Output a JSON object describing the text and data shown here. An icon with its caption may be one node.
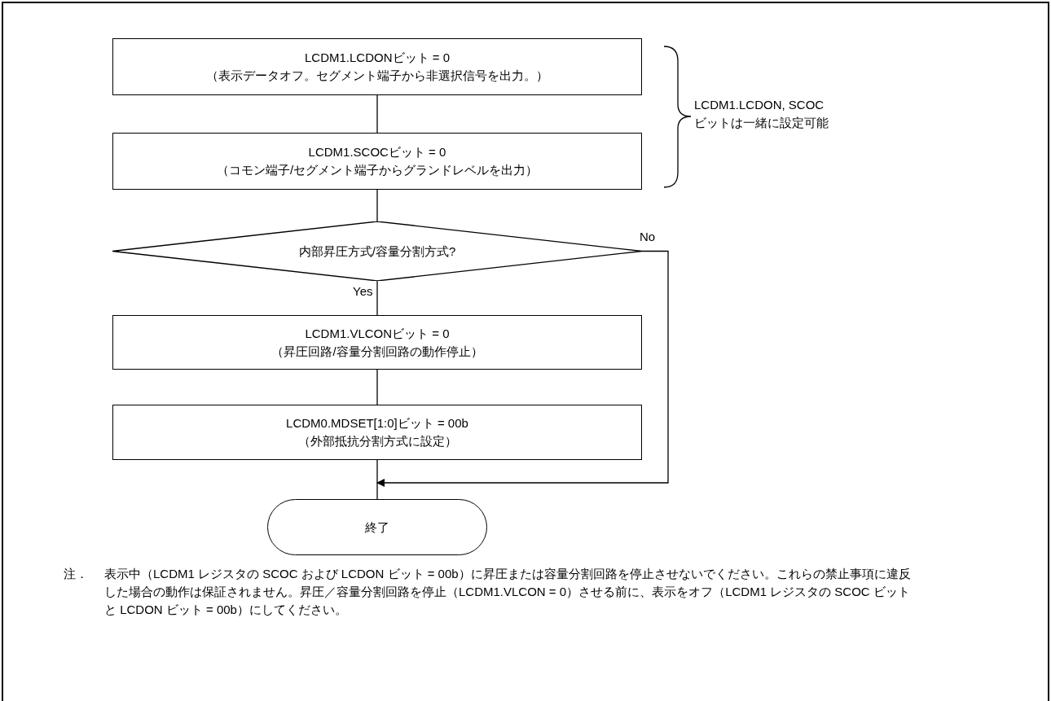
{
  "diagram": {
    "nodes": [
      {
        "text": [
          "LCDM1.LCDONビット = 0",
          "（表示データオフ。セグメント端子から非選択信号を出力。）"
        ]
      },
      {
        "text": [
          "LCDM1.SCOCビット = 0",
          "（コモン端子/セグメント端子からグランドレベルを出力）"
        ]
      },
      {
        "text": [
          "内部昇圧方式/容量分割方式?"
        ]
      },
      {
        "text": [
          "LCDM1.VLCONビット = 0",
          "（昇圧回路/容量分割回路の動作停止）"
        ]
      },
      {
        "text": [
          "LCDM0.MDSET[1:0]ビット = 00b",
          "（外部抵抗分割方式に設定）"
        ]
      },
      {
        "text": [
          "終了"
        ]
      }
    ],
    "edges": [
      {
        "from": 0,
        "to": 1,
        "arrow": "none"
      },
      {
        "from": 1,
        "to": 2,
        "arrow": "none"
      },
      {
        "from": 2,
        "to": 3,
        "arrow": "none",
        "label": "Yes"
      },
      {
        "from": 3,
        "to": 4,
        "arrow": "none"
      },
      {
        "from": 4,
        "to": 5,
        "arrow": "none"
      },
      {
        "from": 2,
        "to": 5,
        "arrow": "to",
        "label": "No"
      }
    ],
    "labels": [
      "LCDM1.LCDON, SCOCビットは一緒に設定可能",
      "注．",
      "表示中（LCDM1 レジスタの SCOC および LCDON ビット = 00b）に昇圧または容量分割回路を停止させないでください。これらの禁止事項に違反した場合の動作は保証されません。昇圧／容量分割回路を停止（LCDM1.VLCON = 0）させる前に、表示をオフ（LCDM1 レジスタの SCOC ビットと LCDON ビット = 00b）にしてください。"
    ]
  }
}
